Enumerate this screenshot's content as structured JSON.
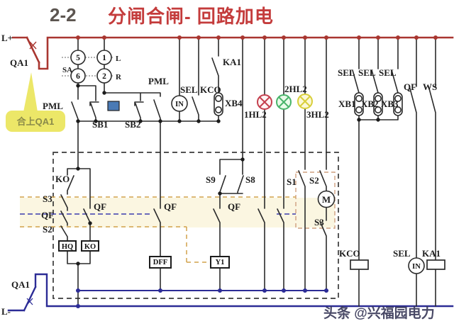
{
  "title": {
    "number": "2-2",
    "text": "分闸合闸- 回路加电"
  },
  "buses": {
    "positive": "L+",
    "negative": "L-"
  },
  "callout": {
    "text": "合上QA1"
  },
  "watermark": "头条 @兴福园电力",
  "labels": {
    "qa1_top": "QA1",
    "qa1_bottom": "QA1",
    "sa": "SA",
    "c5": "5",
    "c6": "6",
    "c1": "1",
    "c2": "2",
    "lr_l": "L",
    "lr_r": "R",
    "pml_left": "PML",
    "pml_mid": "PML",
    "sb1": "SB1",
    "sb2": "SB2",
    "sel_top": "SEL",
    "kco_top": "KCO",
    "in_top": "IN",
    "xb4": "XB4",
    "ka1_top": "KA1",
    "hl1": "1HL2",
    "hl2": "2HL2",
    "hl3": "3HL2",
    "sel_a": "SEL",
    "sel_b": "SEL",
    "sel_c": "SEL",
    "xb1": "XB1",
    "xb2": "XB2",
    "xb3": "XB3",
    "qf_top": "QF",
    "ws_top": "WS",
    "ko_switch": "KO",
    "s3_a": "S3",
    "qf_a": "QF",
    "s2_a": "S2",
    "qf_b": "QF",
    "hq_box": "HQ",
    "ko_box": "KO",
    "s9": "S9",
    "s8": "S8",
    "qf_c": "QF",
    "qf_d": "QF",
    "dff_box": "DFF",
    "y1_box": "Y1",
    "s1": "S1",
    "s2_b": "S2",
    "motor": "M",
    "s3_b": "S3",
    "kco_bottom": "KCO",
    "sel_bottom": "SEL",
    "in_bottom": "IN",
    "ka1_bottom": "KA1"
  },
  "colors": {
    "title_red": "#c43c3c",
    "title_gray": "#5c5550",
    "bus_red": "#a93630",
    "bus_blue": "#2c2c96",
    "wire": "#2b2b2b",
    "box_dash": "#3a3a3a",
    "tan_box": "#cf9f7f",
    "tan_line": "#d2a24c",
    "blue_dash": "#3a3aae",
    "band": "#f7efc8",
    "callout_bg": "#ece768",
    "callout_text": "#8a8a4a",
    "lamp_red": "#c4404e",
    "lamp_green": "#49b46a",
    "lamp_yellow": "#d8ce3a",
    "component_blue": "#4a7ab5",
    "watermark": "#3a3a5a"
  }
}
